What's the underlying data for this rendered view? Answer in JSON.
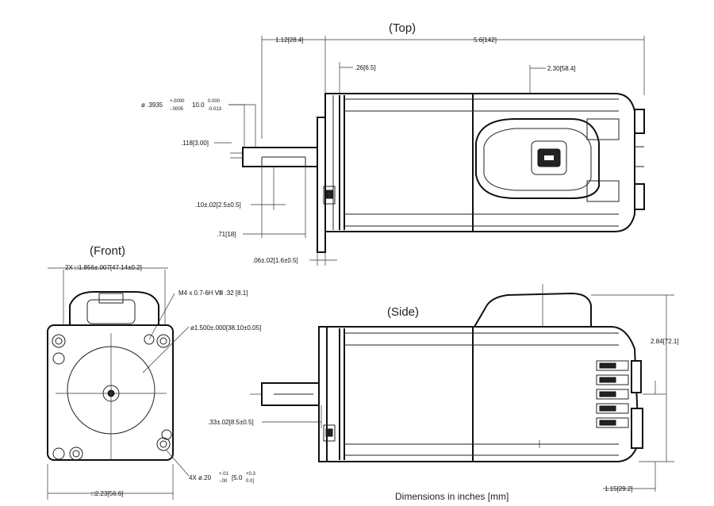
{
  "views": {
    "top": "(Top)",
    "front": "(Front)",
    "side": "(Side)"
  },
  "footer": "Dimensions in inches [mm]",
  "dimensions": {
    "top_flange_len": "1.12[28.4]",
    "top_overall_len": "5.6[142]",
    "top_pilot_depth": ".26[6.5]",
    "top_connector_offset": "2.30[58.4]",
    "shaft_dia_main": "ø .3935",
    "shaft_dia_tol_plus": "+.0000",
    "shaft_dia_tol_minus": "-.0005",
    "shaft_dia_mm": "10.0",
    "shaft_dia_mm_plus": "0.000",
    "shaft_dia_mm_minus": "-0.013",
    "flat_depth": ".118[3.00]",
    "flat_start": ".10±.02[2.5±0.5]",
    "flat_length": ".71[18]",
    "flange_thick": ".06±.02[1.6±0.5]",
    "bolt_pitch": "2X □1.856±.007[47.14±0.2]",
    "thread": "M4 x 0.7-6H Ⅷ .32 [8.1]",
    "pilot_dia": "ø1.500±.000[38.10±0.05]",
    "mount_holes": "4X ø.20",
    "mount_holes_tol_plus": "+.01",
    "mount_holes_tol_minus": "-.00",
    "mount_holes_mm": "[5.0",
    "mount_holes_mm_plus": "+0.3",
    "mount_holes_mm_minus": "0.0]",
    "square_size": "□2.23[56.6]",
    "side_height": "2.84[72.1]",
    "side_shaft_offset": ".33±.02[8.5±0.5]",
    "side_bottom": "1.15[29.2]"
  }
}
